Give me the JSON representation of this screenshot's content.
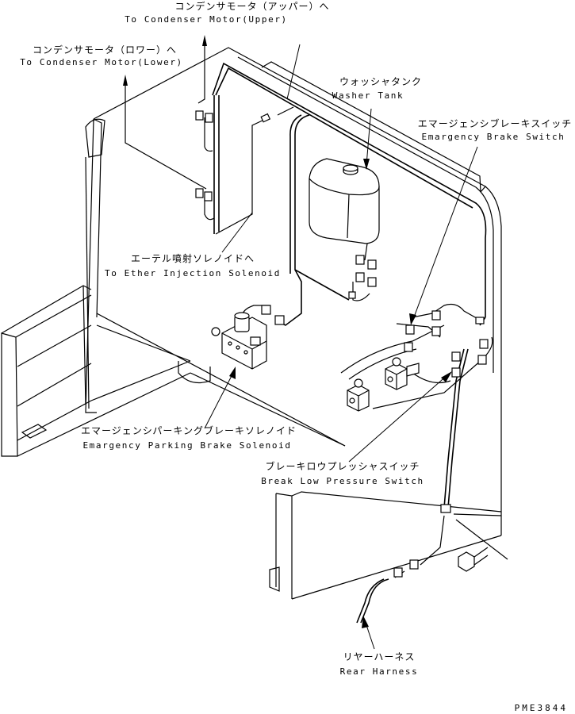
{
  "labels": {
    "condenser_upper": {
      "jp": "コンデンサモータ（アッパー）へ",
      "en": "To Condenser Motor(Upper)"
    },
    "condenser_lower": {
      "jp": "コンデンサモータ（ロワー）へ",
      "en": "To Condenser Motor(Lower)"
    },
    "washer_tank": {
      "jp": "ウォッシャタンク",
      "en": "Washer Tank"
    },
    "emergency_brake_switch": {
      "jp": "エマージェンシブレーキスイッチ",
      "en": "Emargency Brake Switch"
    },
    "ether_injection": {
      "jp": "エーテル噴射ソレノイドへ",
      "en": "To Ether Injection Solenoid"
    },
    "parking_brake_solenoid": {
      "jp": "エマージェンシパーキングブレーキソレノイド",
      "en": "Emargency Parking Brake Solenoid"
    },
    "low_pressure_switch": {
      "jp": "ブレーキロウプレッシャスイッチ",
      "en": "Break Low Pressure Switch"
    },
    "rear_harness": {
      "jp": "リヤーハーネス",
      "en": "Rear Harness"
    }
  },
  "drawing_code": "PME3844"
}
